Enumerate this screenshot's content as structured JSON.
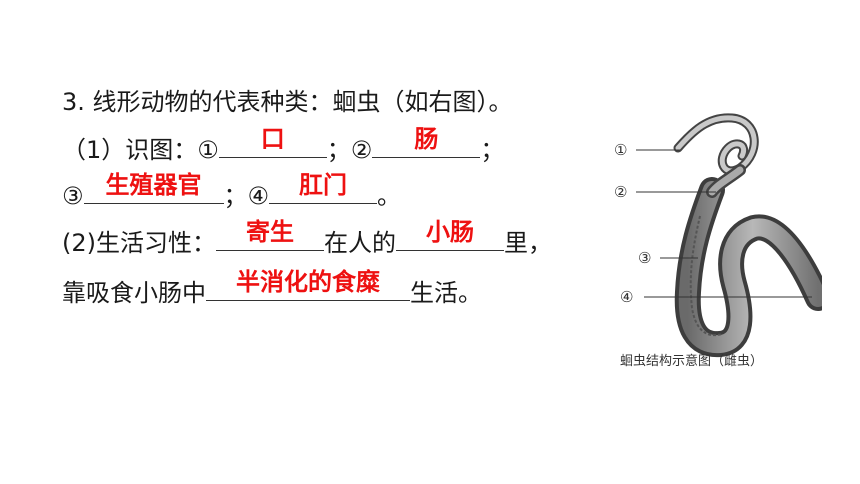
{
  "heading": "3. 线形动物的代表种类：蛔虫（如右图）。",
  "q1": {
    "prefix": "（1）识图：①",
    "sep1": "；②",
    "end": "；",
    "ans_mouth": "口",
    "ans_intestine": "肠",
    "row2_start": "③",
    "sep2": "；④",
    "row2_end": "。",
    "ans_reproductive": "生殖器官",
    "ans_anus": "肛门"
  },
  "q2": {
    "prefix": "(2)生活习性：",
    "mid": "在人的",
    "end": "里，",
    "ans_habit": "寄生",
    "ans_location": "小肠",
    "line2_prefix": "靠吸食小肠中",
    "line2_end": "生活。",
    "ans_food": "半消化的食糜"
  },
  "figure": {
    "labels": [
      "①",
      "②",
      "③",
      "④"
    ],
    "caption": "蛔虫结构示意图（雌虫）"
  }
}
